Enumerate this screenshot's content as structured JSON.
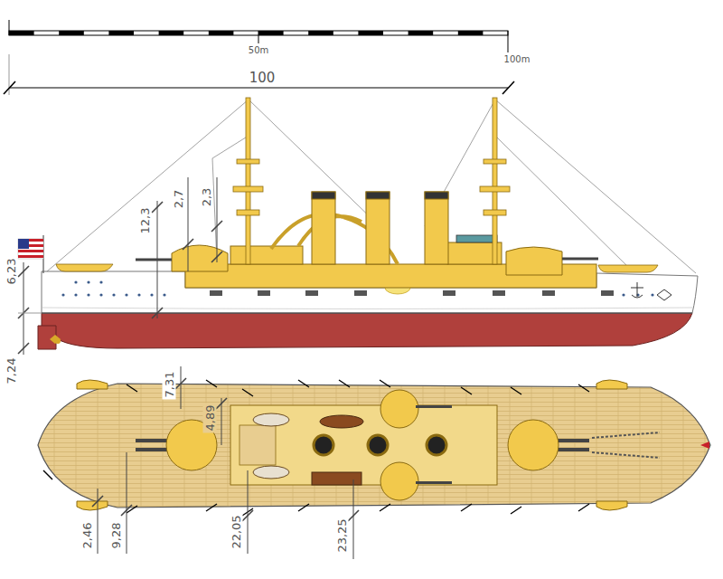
{
  "diagram": {
    "labels": [
      "50m",
      "100m",
      "100",
      "2,7",
      "2,3",
      "12,3",
      "6,23",
      "7,24",
      "7,31",
      "4,89",
      "2,46",
      "9,28",
      "22,05",
      "23,25"
    ]
  }
}
